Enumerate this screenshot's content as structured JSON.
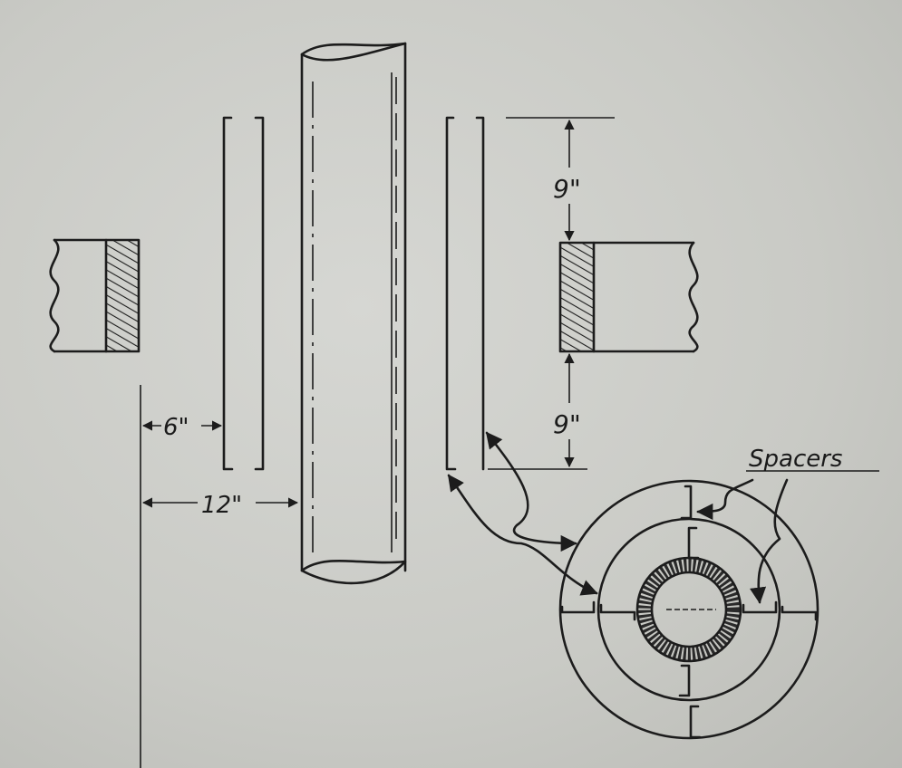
{
  "diagram": {
    "dimensions": {
      "upper_gap": "9\"",
      "lower_gap": "9\"",
      "inner_clearance": "6\"",
      "outer_clearance": "12\""
    },
    "callout": "Spacers",
    "colors": {
      "ink": "#1c1c1c",
      "paper": "#c9cac5"
    }
  }
}
